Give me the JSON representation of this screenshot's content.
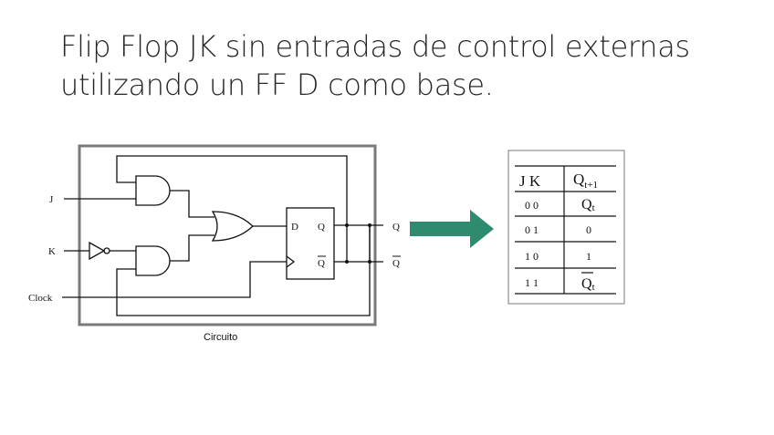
{
  "slide": {
    "title_line1": "Flip Flop JK sin entradas de control externas",
    "title_line2": "utilizando un FF D como base."
  },
  "circuit": {
    "inputs": {
      "j": "J",
      "k": "K",
      "clock": "Clock"
    },
    "ff_labels": {
      "d": "D",
      "q": "Q",
      "qbar": "Q"
    },
    "outputs": {
      "q": "Q",
      "qbar": "Q"
    },
    "caption": "Circuito"
  },
  "arrow_color": "#2e8b70",
  "truth_table": {
    "headers": {
      "jk": "J K",
      "next_main": "Q",
      "next_sub": "t+1"
    },
    "rows": [
      {
        "jk": "0 0",
        "q_main": "Q",
        "q_sub": "t",
        "overline": false
      },
      {
        "jk": "0 1",
        "q_main": "0",
        "q_sub": "",
        "overline": false
      },
      {
        "jk": "1 0",
        "q_main": "1",
        "q_sub": "",
        "overline": false
      },
      {
        "jk": "1 1",
        "q_main": "Q",
        "q_sub": "t",
        "overline": true
      }
    ]
  }
}
